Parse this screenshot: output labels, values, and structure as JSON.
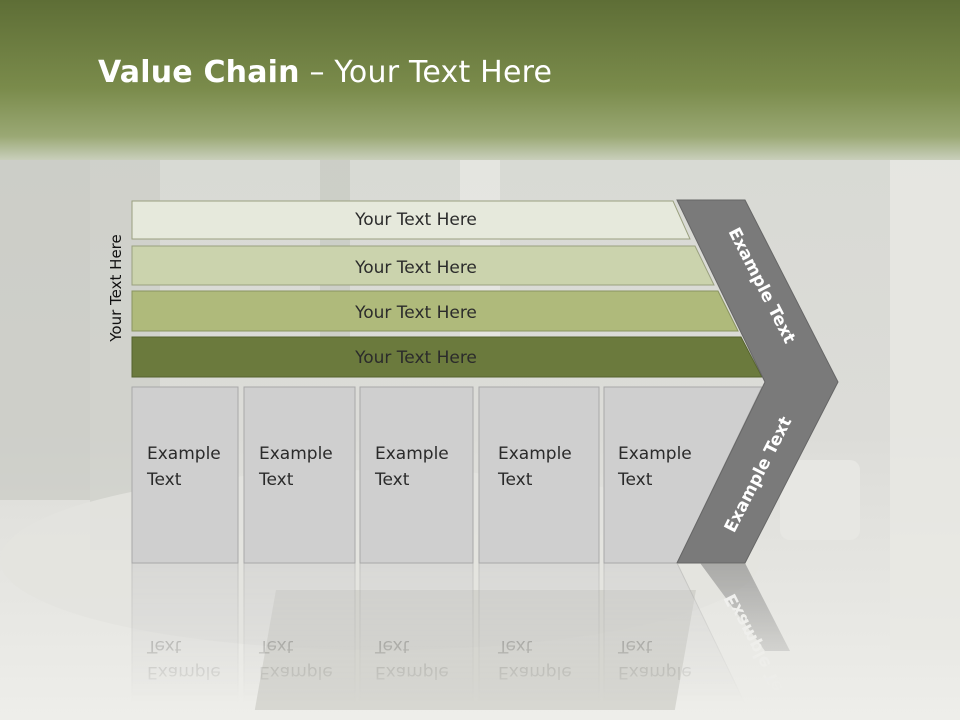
{
  "slide": {
    "title_bold": "Value Chain",
    "title_rest": " – Your Text Here",
    "colors": {
      "header_green": "#6b7c42",
      "bar1": "#e6e9dc",
      "bar2": "#cbd3ad",
      "bar3": "#afba7b",
      "bar4": "#6b7a3d",
      "cell": "#cfcfcf",
      "chevron": "#7a7a7a"
    }
  },
  "diagram": {
    "side_label": "Your Text Here",
    "bars": [
      {
        "label": "Your Text Here"
      },
      {
        "label": "Your Text Here"
      },
      {
        "label": "Your Text Here"
      },
      {
        "label": "Your Text Here"
      }
    ],
    "cells": [
      {
        "line1": "Example",
        "line2": "Text"
      },
      {
        "line1": "Example",
        "line2": "Text"
      },
      {
        "line1": "Example",
        "line2": "Text"
      },
      {
        "line1": "Example",
        "line2": "Text"
      },
      {
        "line1": "Example",
        "line2": "Text"
      }
    ],
    "chevron_top_label": "Example Text",
    "chevron_bottom_label": "Example Text"
  }
}
